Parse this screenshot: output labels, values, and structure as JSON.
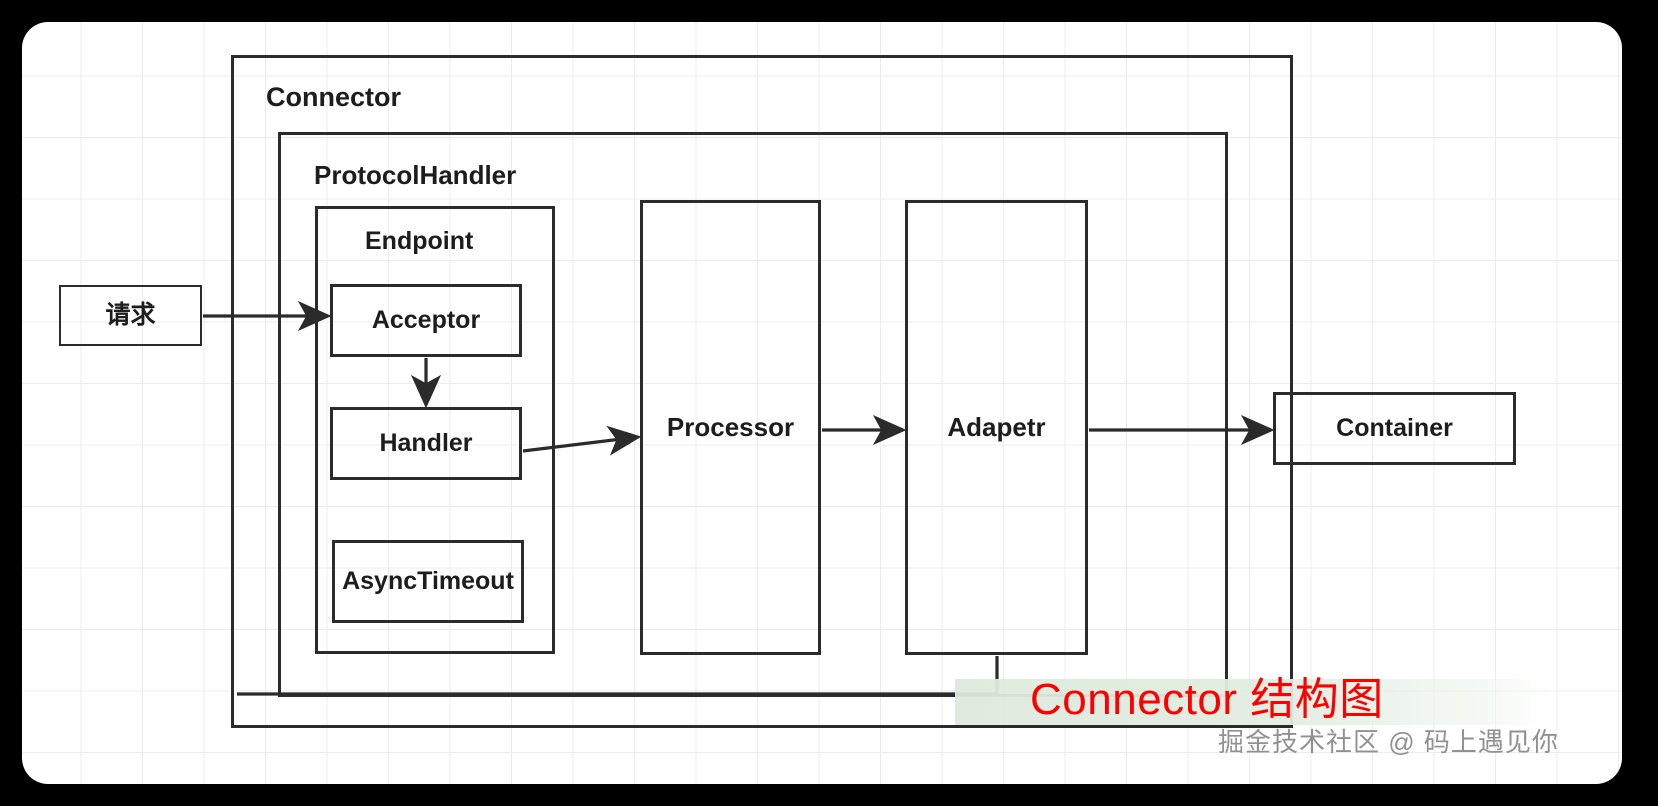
{
  "diagram": {
    "title": "Connector 结构图",
    "outer_group": {
      "label": "Connector"
    },
    "protocol_group": {
      "label": "ProtocolHandler"
    },
    "endpoint_group": {
      "label": "Endpoint"
    },
    "nodes": {
      "request": "请求",
      "acceptor": "Acceptor",
      "handler": "Handler",
      "async_timeout": "AsyncTimeout",
      "processor": "Processor",
      "adapter": "Adapetr",
      "container": "Container"
    },
    "edges": [
      {
        "from": "请求",
        "to": "Acceptor",
        "style": "arrow"
      },
      {
        "from": "Acceptor",
        "to": "Handler",
        "style": "arrow"
      },
      {
        "from": "Handler",
        "to": "Processor",
        "style": "arrow"
      },
      {
        "from": "Processor",
        "to": "Adapetr",
        "style": "arrow"
      },
      {
        "from": "Adapetr",
        "to": "Container",
        "style": "arrow"
      },
      {
        "from": "Adapetr",
        "to": "Connector",
        "style": "line"
      }
    ]
  },
  "watermark": {
    "title": "Connector 结构图",
    "subtitle": "掘金技术社区 @ 码上遇见你",
    "title_color": "#ff0000",
    "subtitle_color": "#8c8c8c",
    "band_color": "#dde9dd"
  },
  "colors": {
    "stroke": "#2b2b2b",
    "canvas": "#ffffff",
    "grid": "#ececec",
    "frame": "#000000"
  }
}
